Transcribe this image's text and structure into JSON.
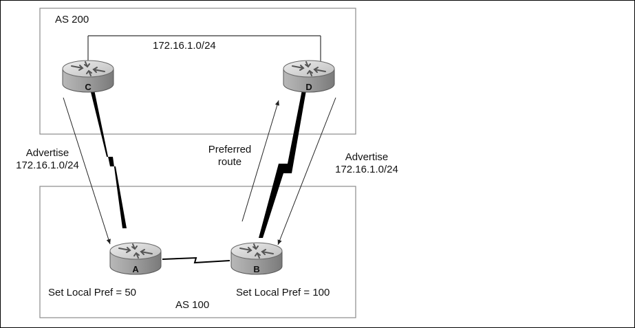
{
  "as_top": {
    "label": "AS 200",
    "network": "172.16.1.0/24"
  },
  "as_bottom": {
    "label": "AS 100"
  },
  "routers": {
    "a": "A",
    "b": "B",
    "c": "C",
    "d": "D"
  },
  "annotations": {
    "advertise_left": [
      "Advertise",
      "172.16.1.0/24"
    ],
    "preferred_route": [
      "Preferred",
      "route"
    ],
    "advertise_right": [
      "Advertise",
      "172.16.1.0/24"
    ],
    "local_pref_a": "Set Local Pref = 50",
    "local_pref_b": "Set Local Pref = 100"
  },
  "colors": {
    "router_top": "#d6d6d6",
    "router_side": "#9a9a9a",
    "box_border": "#8a8a8a"
  }
}
